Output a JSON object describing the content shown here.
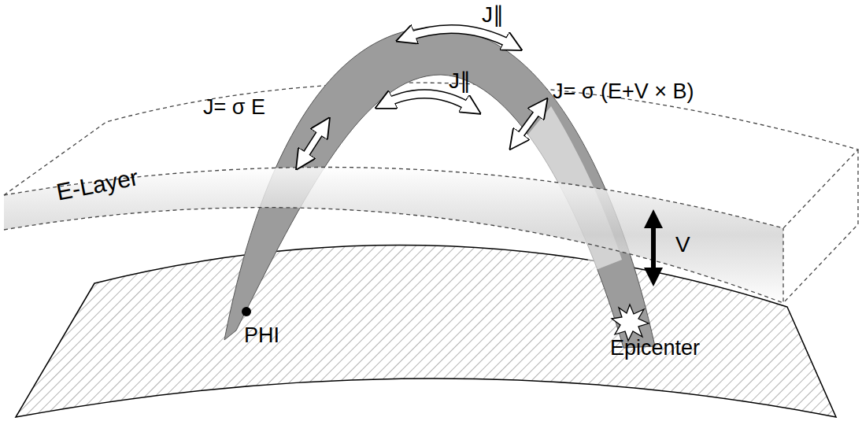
{
  "diagram": {
    "labels": [
      "J∥",
      "J∥",
      "J= σ E",
      "J= σ (E+V × B)",
      "E-Layer",
      "V",
      "PHI",
      "Epicenter"
    ]
  }
}
